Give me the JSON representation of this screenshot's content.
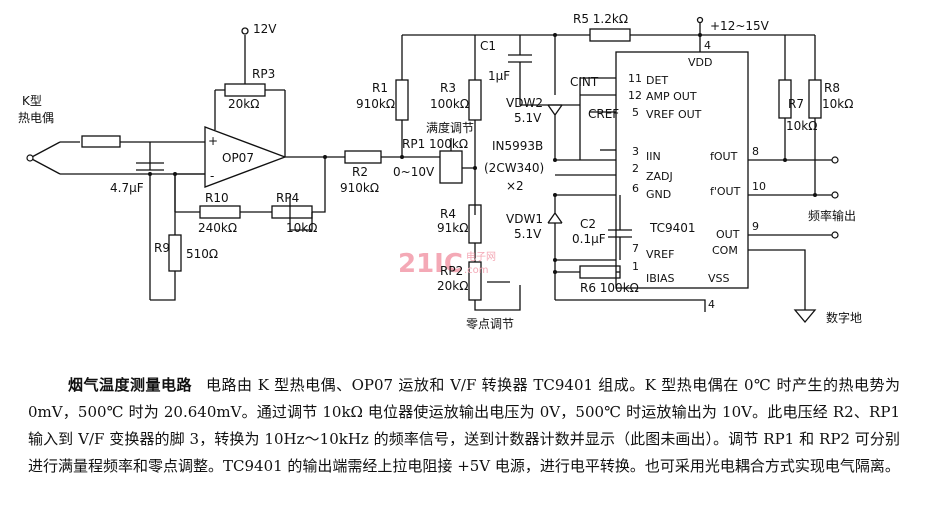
{
  "labels": {
    "v12": "12V",
    "rp3": "RP3",
    "rp3_val": "20kΩ",
    "thermo_line1": "K型",
    "thermo_line2": "热电偶",
    "op_plus": "+",
    "op_minus": "-",
    "op07": "OP07",
    "c_in": "4.7μF",
    "r9": "R9",
    "r9_val": "510Ω",
    "r10": "R10",
    "r10_val": "240kΩ",
    "rp4": "RP4",
    "rp4_val": "10kΩ",
    "r2": "R2",
    "r2_val": "910kΩ",
    "range": "0~10V",
    "r1": "R1",
    "r1_val": "910kΩ",
    "r3": "R3",
    "r3_val": "100kΩ",
    "full_scale": "满度调节",
    "rp1": "RP1 100kΩ",
    "c1": "C1",
    "c1_val": "1μF",
    "vdw2": "VDW2",
    "vdw2_val": "5.1V",
    "in5993b": "IN5993B",
    "cw340": "(2CW340)",
    "x2": "×2",
    "vdw1": "VDW1",
    "vdw1_val": "5.1V",
    "c2": "C2",
    "c2_val": "0.1μF",
    "r4": "R4",
    "r4_val": "91kΩ",
    "rp2": "RP2",
    "rp2_val": "20kΩ",
    "zero_adj": "零点调节",
    "r5": "R5 1.2kΩ",
    "r6": "R6 100kΩ",
    "vsupply": "+12~15V",
    "cint": "CINT",
    "cref": "CREF",
    "r7": "R7",
    "r7_val": "10kΩ",
    "r8": "R8",
    "r8_val": "10kΩ",
    "freq_out": "频率输出",
    "dgnd": "数字地",
    "chip": "TC9401",
    "vdd": "VDD",
    "vss": "VSS",
    "det": "DET",
    "amp_out": "AMP OUT",
    "vref_out": "VREF OUT",
    "iin": "IIN",
    "zadj": "ZADJ",
    "gnd": "GND",
    "vref": "VREF",
    "ibias": "IBIAS",
    "fout": "fOUT",
    "fout2": "f'OUT",
    "out": "OUT",
    "com": "COM",
    "p4top": "4",
    "p11": "11",
    "p12": "12",
    "p5": "5",
    "p3": "3",
    "p2": "2",
    "p6": "6",
    "p7": "7",
    "p1": "1",
    "p4bot": "4",
    "p8": "8",
    "p10": "10",
    "p9": "9"
  },
  "watermark": {
    "main": "21IC",
    "sub1": "电子网",
    "sub2": ".com"
  },
  "caption": {
    "title": "烟气温度测量电路",
    "body": "电路由 K 型热电偶、OP07 运放和 V/F 转换器 TC9401 组成。K 型热电偶在 0℃ 时产生的热电势为 0mV，500℃ 时为 20.640mV。通过调节 10kΩ 电位器使运放输出电压为 0V，500℃ 时运放输出为 10V。此电压经 R2、RP1 输入到 V/F 变换器的脚 3，转换为 10Hz～10kHz 的频率信号，送到计数器计数并显示（此图未画出）。调节 RP1 和 RP2 可分别进行满量程频率和零点调整。TC9401 的输出端需经上拉电阻接 +5V 电源，进行电平转换。也可采用光电耦合方式实现电气隔离。"
  }
}
